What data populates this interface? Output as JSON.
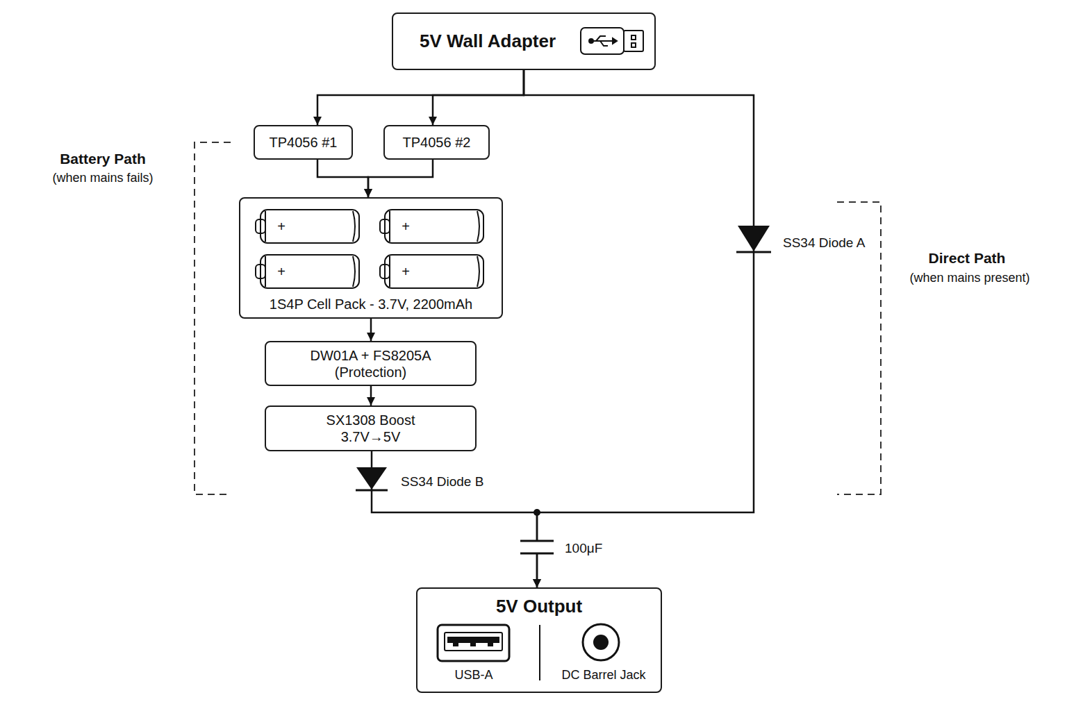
{
  "diagram": {
    "nodes": [
      {
        "text": [
          "5V Wall Adapter"
        ]
      },
      {
        "text": [
          "TP4056 #1"
        ]
      },
      {
        "text": [
          "TP4056 #2"
        ]
      },
      {
        "text": [
          "1S4P Cell Pack - 3.7V, 2200mAh"
        ]
      },
      {
        "text": [
          "DW01A + FS8205A",
          "(Protection)"
        ]
      },
      {
        "text": [
          "SX1308 Boost",
          "3.7V→5V"
        ]
      },
      {
        "text": [
          "5V Output"
        ]
      }
    ],
    "edges": [
      {
        "from": 0,
        "to": 1,
        "arrow": "to"
      },
      {
        "from": 0,
        "to": 2,
        "arrow": "to"
      },
      {
        "from": 1,
        "to": 3,
        "arrow": "to"
      },
      {
        "from": 2,
        "to": 3,
        "arrow": "to"
      },
      {
        "from": 3,
        "to": 4,
        "arrow": "to"
      },
      {
        "from": 4,
        "to": 5,
        "arrow": "to"
      },
      {
        "from": 5,
        "to": 6,
        "arrow": "to"
      },
      {
        "from": 0,
        "to": 6,
        "arrow": "to"
      }
    ],
    "labels": [
      "Battery Path",
      "(when mains fails)",
      "+",
      "+",
      "+",
      "+",
      "SS34 Diode A",
      "Direct Path",
      "(when mains present)",
      "SS34 Diode B",
      "100μF",
      "USB-A",
      "DC Barrel Jack"
    ]
  }
}
